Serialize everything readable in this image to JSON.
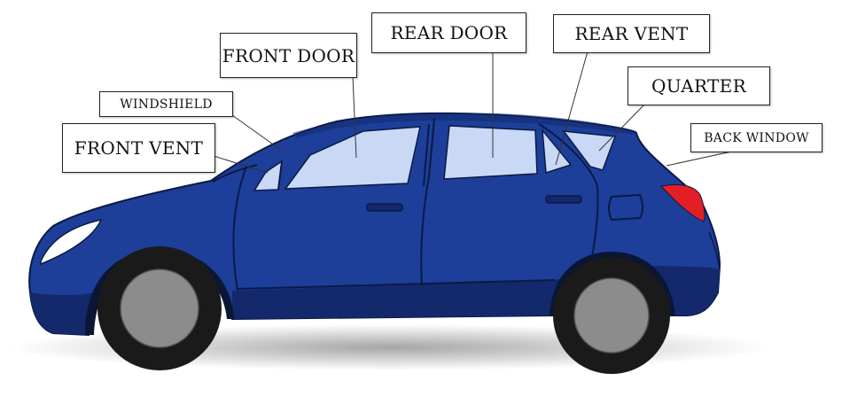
{
  "diagram": {
    "labels": {
      "front_door": "FRONT DOOR",
      "rear_door": "REAR DOOR",
      "rear_vent": "REAR VENT",
      "windshield": "WINDSHIELD",
      "quarter": "QUARTER",
      "front_vent": "FRONT VENT",
      "back_window": "BACK WINDOW"
    },
    "colors": {
      "body": "#1d3f9a",
      "body_dark": "#13296b",
      "glass": "#c8d8f5",
      "taillight": "#e31e24",
      "tire": "#1a1a1a",
      "rim": "#8c8c8c",
      "outline": "#0b1a45"
    }
  }
}
